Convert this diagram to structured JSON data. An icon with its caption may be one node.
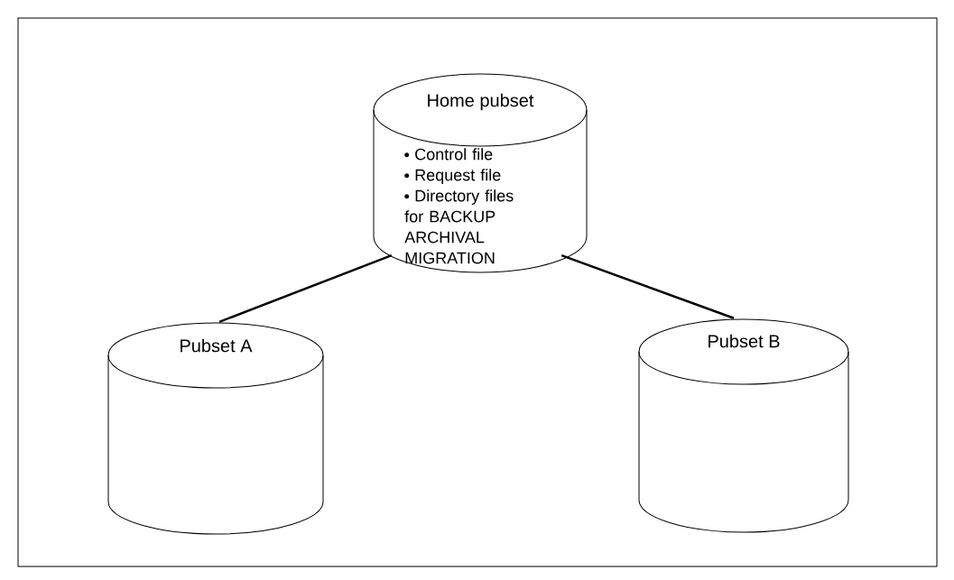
{
  "diagram": {
    "nodes": [
      {
        "text": [
          "Home pubset",
          "Control file",
          "Request file",
          "Directory files for BACKUP ARCHIVAL MIGRATION"
        ]
      },
      {
        "text": [
          "Pubset A"
        ]
      },
      {
        "text": [
          "Pubset B"
        ]
      }
    ],
    "edges": [
      {
        "from": 0,
        "to": 1,
        "arrow": "none"
      },
      {
        "from": 0,
        "to": 2,
        "arrow": "none"
      }
    ]
  }
}
